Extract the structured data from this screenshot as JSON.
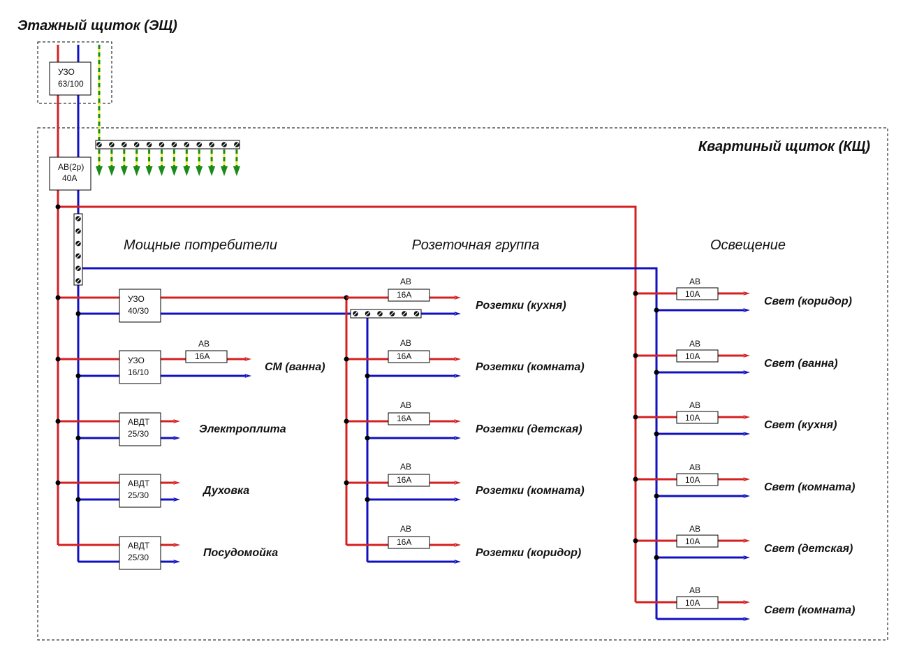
{
  "titles": {
    "floor_panel": "Этажный щиток (ЭЩ)",
    "apartment_panel": "Квартиный щиток (КЩ)"
  },
  "groups": {
    "power": "Мощные потребители",
    "sockets": "Розеточная группа",
    "lighting": "Освещение"
  },
  "colors": {
    "phase": "#d42020",
    "neutral": "#1010c0",
    "ground_green": "#1a8a1a",
    "ground_yellow": "#f0f040"
  },
  "main_devices": {
    "floor_rcd": {
      "line1": "УЗО",
      "line2": "63/100"
    },
    "main_breaker": {
      "line1": "АВ(2р)",
      "line2": "40А"
    }
  },
  "power_consumers": {
    "sub_rcd_sockets": {
      "line1": "УЗО",
      "line2": "40/30"
    },
    "washer": {
      "rcd_line1": "УЗО",
      "rcd_line2": "16/10",
      "breaker_label": "АВ",
      "breaker_rating": "16А",
      "load": "СМ (ванна)"
    },
    "circuits": [
      {
        "device_line1": "АВДТ",
        "device_line2": "25/30",
        "load": "Электроплита"
      },
      {
        "device_line1": "АВДТ",
        "device_line2": "25/30",
        "load": "Духовка"
      },
      {
        "device_line1": "АВДТ",
        "device_line2": "25/30",
        "load": "Посудомойка"
      }
    ]
  },
  "socket_circuits": [
    {
      "breaker_label": "АВ",
      "breaker_rating": "16А",
      "load": "Розетки (кухня)"
    },
    {
      "breaker_label": "АВ",
      "breaker_rating": "16А",
      "load": "Розетки (комната)"
    },
    {
      "breaker_label": "АВ",
      "breaker_rating": "16А",
      "load": "Розетки (детская)"
    },
    {
      "breaker_label": "АВ",
      "breaker_rating": "16А",
      "load": "Розетки (комната)"
    },
    {
      "breaker_label": "АВ",
      "breaker_rating": "16А",
      "load": "Розетки (коридор)"
    }
  ],
  "lighting_circuits": [
    {
      "breaker_label": "АВ",
      "breaker_rating": "10А",
      "load": "Свет (коридор)"
    },
    {
      "breaker_label": "АВ",
      "breaker_rating": "10А",
      "load": "Свет (ванна)"
    },
    {
      "breaker_label": "АВ",
      "breaker_rating": "10А",
      "load": "Свет (кухня)"
    },
    {
      "breaker_label": "АВ",
      "breaker_rating": "10А",
      "load": "Свет (комната)"
    },
    {
      "breaker_label": "АВ",
      "breaker_rating": "10А",
      "load": "Свет (детская)"
    },
    {
      "breaker_label": "АВ",
      "breaker_rating": "10А",
      "load": "Свет (комната)"
    }
  ],
  "ground_bus_terminals": 12
}
